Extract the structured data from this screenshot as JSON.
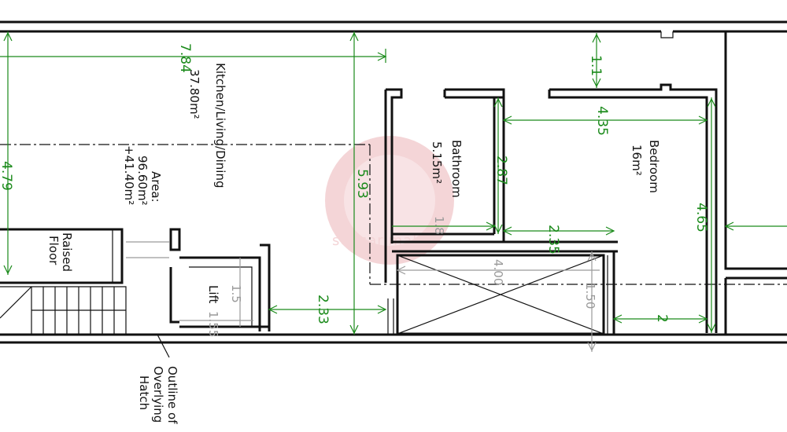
{
  "colors": {
    "wall": "#111111",
    "dimension": "#1a8a1a",
    "secondary": "#9a9a9a",
    "watermark": "#e8a4a8"
  },
  "rooms": {
    "kitchen": {
      "name": "Kitchen/Living/Dining",
      "area": "37.80m²"
    },
    "total": {
      "label": "Area:",
      "value1": "96.60m²",
      "value2": "+41.40m²"
    },
    "bathroom": {
      "name": "Bathroom",
      "area": "5.15m²"
    },
    "bedroom": {
      "name": "Bedroom",
      "area": "16m²"
    },
    "raised": {
      "line1": "Raised",
      "line2": "Floor"
    },
    "lift": {
      "name": "Lift",
      "size": "1.55"
    },
    "outline": {
      "line1": "Outline of",
      "line2": "Overlying",
      "line3": "Hatch"
    }
  },
  "dimensions": {
    "d784": "7.84",
    "d479": "4.79",
    "d593": "5.93",
    "d233": "2.33",
    "d15": "1.5",
    "d18": "1.8",
    "d287": "2.87",
    "d235": "2.35",
    "d435": "4.35",
    "d11": "1.1",
    "d465": "4.65",
    "d2": "2",
    "d400": "4.00",
    "d150": "1.50"
  },
  "watermark": {
    "text": "sensarimalta"
  }
}
